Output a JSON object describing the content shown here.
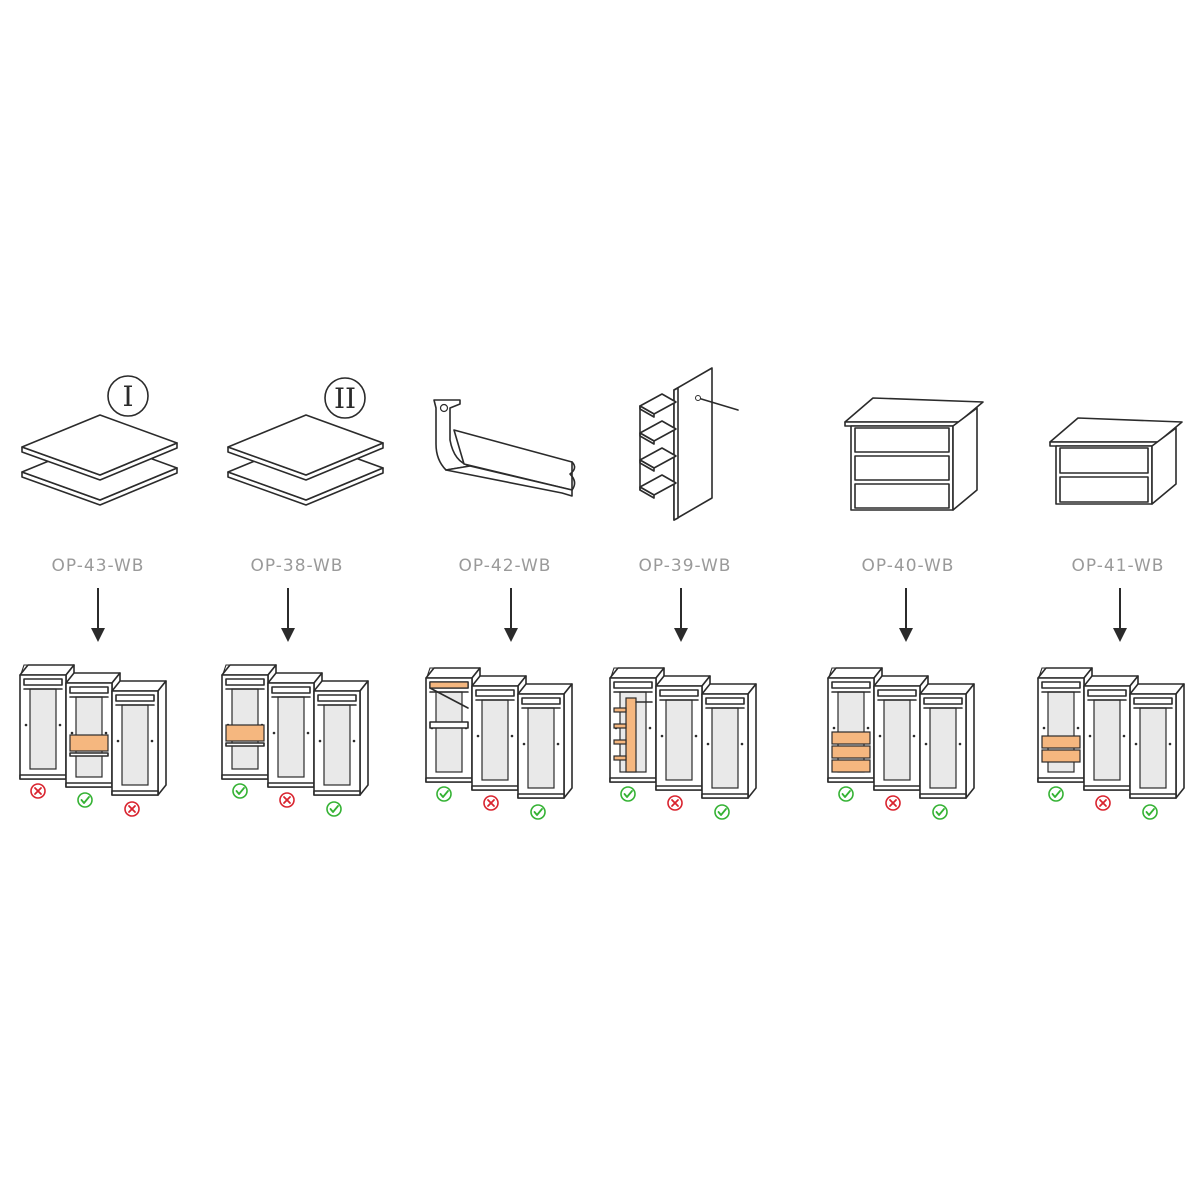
{
  "colors": {
    "line": "#2b2b2b",
    "code_text": "#9a9a9a",
    "highlight": "#f5b77f",
    "ok": "#34b233",
    "bad": "#d9232e"
  },
  "icons": {
    "ok": "check-circle-icon",
    "bad": "cross-circle-icon"
  },
  "options": [
    {
      "code": "OP-43-WB",
      "roman": "I",
      "part": "shelf-pair",
      "insert": "shelf-middle",
      "status": [
        "bad",
        "ok",
        "bad"
      ]
    },
    {
      "code": "OP-38-WB",
      "roman": "II",
      "part": "shelf-pair",
      "insert": "shelf-left",
      "status": [
        "ok",
        "bad",
        "ok"
      ]
    },
    {
      "code": "OP-42-WB",
      "roman": "",
      "part": "hanging-rail",
      "insert": "rail-left",
      "status": [
        "ok",
        "bad",
        "ok"
      ]
    },
    {
      "code": "OP-39-WB",
      "roman": "",
      "part": "side-shelf-unit",
      "insert": "shelving-left",
      "status": [
        "ok",
        "bad",
        "ok"
      ]
    },
    {
      "code": "OP-40-WB",
      "roman": "",
      "part": "three-drawer-unit",
      "insert": "drawers-3-left",
      "status": [
        "ok",
        "bad",
        "ok"
      ]
    },
    {
      "code": "OP-41-WB",
      "roman": "",
      "part": "two-drawer-unit",
      "insert": "drawers-2-left",
      "status": [
        "ok",
        "bad",
        "ok"
      ]
    }
  ]
}
